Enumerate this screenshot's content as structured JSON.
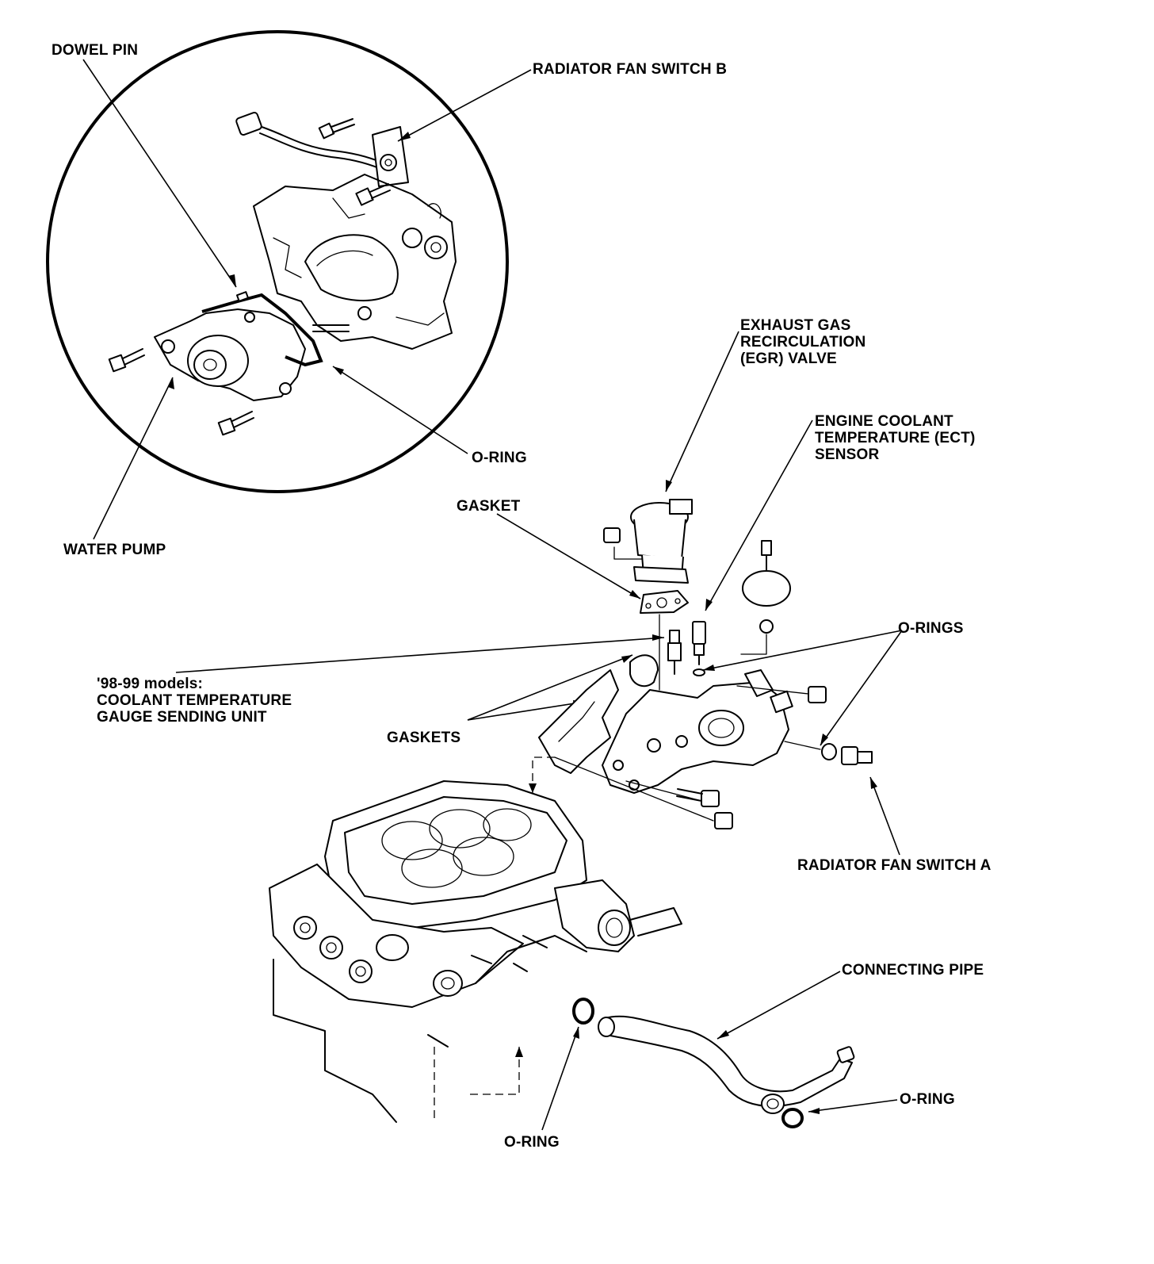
{
  "labels": {
    "dowel_pin": "DOWEL PIN",
    "radiator_fan_switch_b": "RADIATOR FAN SWITCH B",
    "egr_valve": [
      "EXHAUST GAS",
      "RECIRCULATION",
      "(EGR) VALVE"
    ],
    "ect_sensor": [
      "ENGINE COOLANT",
      "TEMPERATURE (ECT)",
      "SENSOR"
    ],
    "o_ring_pump": "O-RING",
    "gasket": "GASKET",
    "water_pump": "WATER PUMP",
    "o_rings": "O-RINGS",
    "sending_unit": [
      "'98-99 models:",
      "COOLANT TEMPERATURE",
      "GAUGE SENDING UNIT"
    ],
    "gaskets": "GASKETS",
    "radiator_fan_switch_a": "RADIATOR FAN SWITCH A",
    "connecting_pipe": "CONNECTING PIPE",
    "o_ring_pipe_end": "O-RING",
    "o_ring_engine": "O-RING"
  },
  "colors": {
    "ink": "#000000",
    "paper": "#ffffff"
  }
}
